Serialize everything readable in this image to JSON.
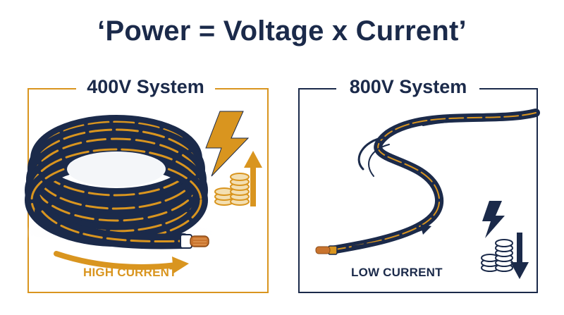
{
  "title": "‘Power = Voltage x Current’",
  "panels": {
    "left": {
      "title": "400V System",
      "caption": "HIGH CURRENT",
      "accent": "#d9951f"
    },
    "right": {
      "title": "800V System",
      "caption": "LOW CURRENT",
      "accent": "#1b2a4a"
    }
  },
  "colors": {
    "navy": "#1b2a4a",
    "gold": "#d9951f",
    "copper": "#c9742e"
  },
  "icons": {
    "left": [
      "lightning-bolt-icon",
      "coin-stack-icon",
      "up-arrow-icon"
    ],
    "right": [
      "lightning-bolt-icon",
      "coin-stack-icon",
      "down-arrow-icon"
    ]
  }
}
